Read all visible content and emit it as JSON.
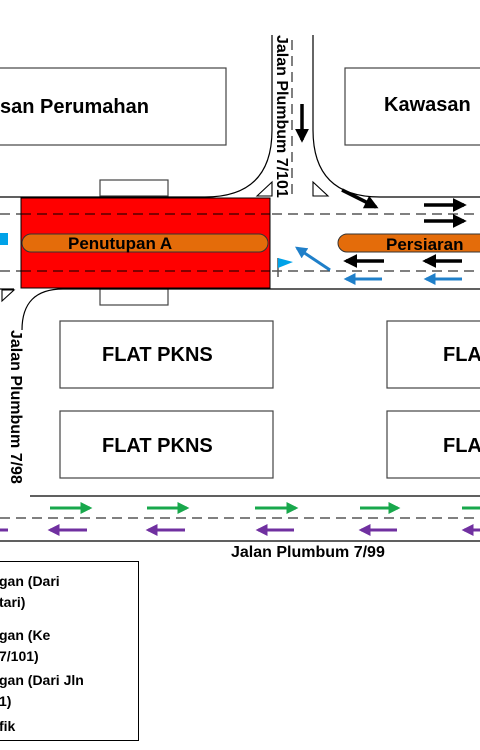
{
  "labels": {
    "block_top_left": "san Perumahan",
    "block_top_right": "Kawasan",
    "closure_label": "Penutupan A",
    "road_right_label": "Persiaran",
    "flat_1": "FLAT PKNS",
    "flat_2": "FLAT PKNS",
    "flat_3": "FLA",
    "flat_4": "FLA",
    "road_vertical_top": "Jalan Plumbum 7/101",
    "road_vertical_left": "Jalan Plumbum 7/98",
    "road_bottom": "Jalan Plumbum 7/99"
  },
  "legend": {
    "items": [
      "gan (Dari\ntari)",
      "gan (Ke\n7/101)",
      "gan (Dari Jln\n1)",
      "fik"
    ]
  },
  "colors": {
    "closure_red": "#ff0000",
    "divider_orange": "#e46c0a",
    "flow_black": "#000000",
    "flow_blue": "#1f7fc9",
    "flow_green": "#18a84c",
    "flow_purple": "#7030a0",
    "flag_blue": "#00a2e8"
  },
  "icons": {
    "traffic_flag": "flag-icon",
    "direction_arrow": "arrow-icon"
  }
}
